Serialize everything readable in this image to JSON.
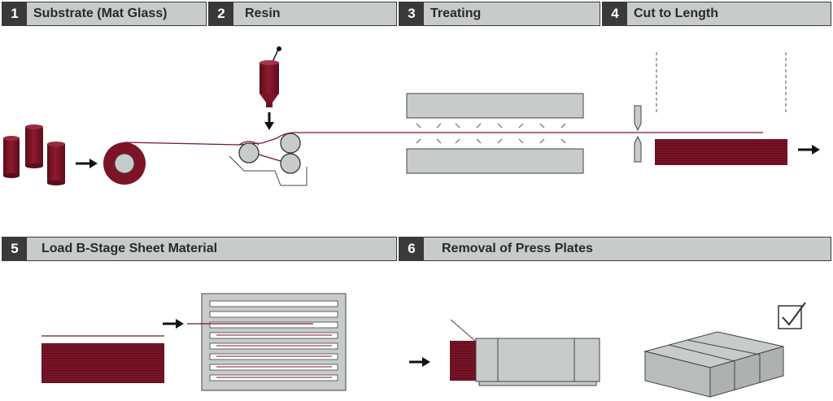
{
  "steps": [
    {
      "number": "1",
      "label": "Substrate (Mat Glass)"
    },
    {
      "number": "2",
      "label": "Resin"
    },
    {
      "number": "3",
      "label": "Treating"
    },
    {
      "number": "4",
      "label": "Cut to Length"
    },
    {
      "number": "5",
      "label": "Load B-Stage Sheet Material"
    },
    {
      "number": "6",
      "label": "Removal of Press Plates"
    }
  ],
  "colors": {
    "maroon": "#7a1426",
    "gray": "#c8cbcb",
    "dark": "#3a3a3a",
    "outline": "#444444"
  }
}
